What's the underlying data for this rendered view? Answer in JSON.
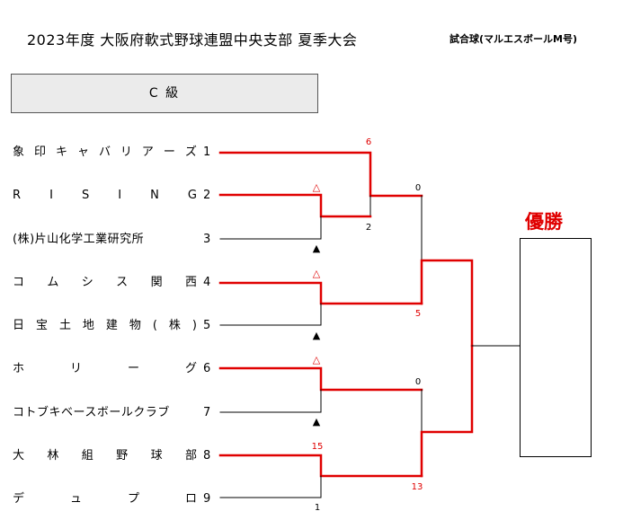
{
  "header": {
    "title": "2023年度 大阪府軟式野球連盟中央支部 夏季大会",
    "ball": "試合球(マルエスボールM号)"
  },
  "division": "C 級",
  "teams": [
    {
      "name": "象印キャバリアーズ",
      "seed": "1"
    },
    {
      "name": "RISING",
      "seed": "2"
    },
    {
      "name": "(株)片山化学工業研究所",
      "seed": "3"
    },
    {
      "name": "コムシス関西",
      "seed": "4"
    },
    {
      "name": "日宝土地建物(株)",
      "seed": "5"
    },
    {
      "name": "ホリーグ",
      "seed": "6"
    },
    {
      "name": "コトブキベースボールクラブ",
      "seed": "7"
    },
    {
      "name": "大林組野球部",
      "seed": "8"
    },
    {
      "name": "デュプロ",
      "seed": "9"
    }
  ],
  "scores": {
    "m1_top": "6",
    "m1_bottom": "2",
    "q1_top": "0",
    "q1_bottom": "5",
    "q2_top": "0",
    "m4_top": "15",
    "m4_bottom": "1",
    "q2_bottom": "13"
  },
  "marks": {
    "forfeit_win": "△",
    "forfeit_loss": "▲"
  },
  "champion_label": "優勝",
  "colors": {
    "win_line": "#e00000",
    "loss_line": "#000000"
  }
}
